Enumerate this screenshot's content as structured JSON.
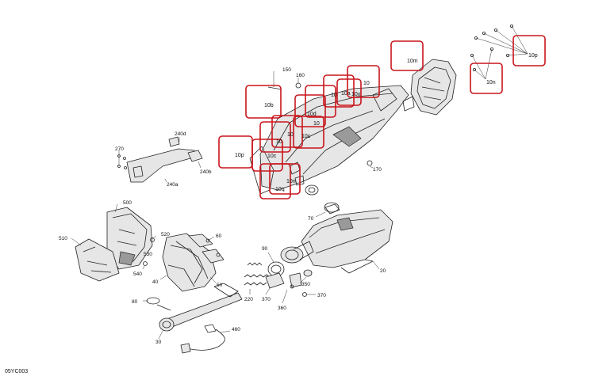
{
  "diagram_code": "05YC003",
  "callouts": {
    "c150": "150",
    "c160": "160",
    "c240d": "240d",
    "c240b": "240b",
    "c240a": "240a",
    "c270": "270",
    "c170": "170",
    "c500": "500",
    "c510": "510",
    "c520": "520",
    "c530": "530",
    "c540": "540",
    "c40": "40",
    "c60": "60",
    "c50": "50",
    "c80": "80",
    "c30": "30",
    "c220": "220",
    "c90": "90",
    "c370a": "370",
    "c360": "360",
    "c350": "350",
    "c370b": "370",
    "c460": "460",
    "c70": "70",
    "c20": "20",
    "c10m": "10m",
    "c10p_right": "10p",
    "c10n_right": "10n",
    "c10b": "10b",
    "c10p_left": "10p",
    "c10c": "10c",
    "c10q": "10q",
    "c10n": "10n",
    "c10a": "10a",
    "c10x": "10x",
    "c10d": "10d",
    "c10g": "10",
    "c10f": "10",
    "c10h": "10",
    "c10i": "10",
    "c10j": "10"
  },
  "colors": {
    "highlight": "#c8151b",
    "line": "#222222",
    "fill": "#e6e6e6"
  }
}
